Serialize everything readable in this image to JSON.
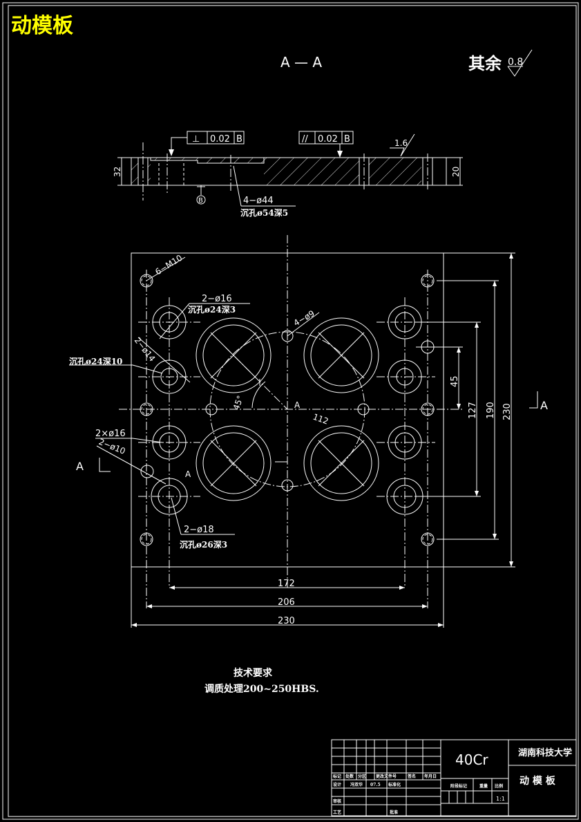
{
  "drawing_title": "动模板",
  "section_label": "A — A",
  "surface_finish": {
    "label": "其余",
    "value": "0.8"
  },
  "section_view": {
    "tol_perp": {
      "symbol": "⊥",
      "value": "0.02",
      "datum": "B"
    },
    "tol_par": {
      "symbol": "//",
      "value": "0.02",
      "datum": "B"
    },
    "roughness": "1.6",
    "thickness_left": "32",
    "thickness_right": "20",
    "datum": "B",
    "hole_note_1": "4−ø44",
    "hole_note_2": "沉孔ø54深5"
  },
  "plan_view": {
    "note_m10": "6−M10",
    "note_16_a": "2−ø16",
    "note_16_b": "沉孔ø24深3",
    "note_9": "4−ø9",
    "note_14": "2−ø14",
    "note_cb24": "沉孔ø24深10",
    "note_2x16": "2×ø16",
    "note_10": "2−ø10",
    "note_18_a": "2−ø18",
    "note_18_b": "沉孔ø26深3",
    "angle": "45°",
    "radius": "112",
    "center_label": "A",
    "hole_label": "A",
    "section_mark_left": "A",
    "section_mark_right": "A",
    "dim_45": "45",
    "dim_127": "127",
    "dim_190": "190",
    "dim_230_v": "230",
    "dim_172": "172",
    "dim_206": "206",
    "dim_230_h": "230"
  },
  "tech_requirements": {
    "heading": "技术要求",
    "line1": "调质处理200~250HBS."
  },
  "title_block": {
    "material": "40Cr",
    "school": "湖南科技大学",
    "part_name": "动 模 板",
    "scale": "1:1",
    "h_mark": "标记",
    "h_count": "处数",
    "h_zone": "分区",
    "h_doc": "更改文件号",
    "h_sign": "签名",
    "h_date": "年月日",
    "h_design": "设计",
    "h_designer": "冯双华",
    "h_design_date": "07.5",
    "h_std": "标准化",
    "h_stage": "阶段标记",
    "h_weight": "重量",
    "h_scale": "比例",
    "h_review": "审核",
    "h_process": "工艺",
    "h_approve": "批准"
  }
}
